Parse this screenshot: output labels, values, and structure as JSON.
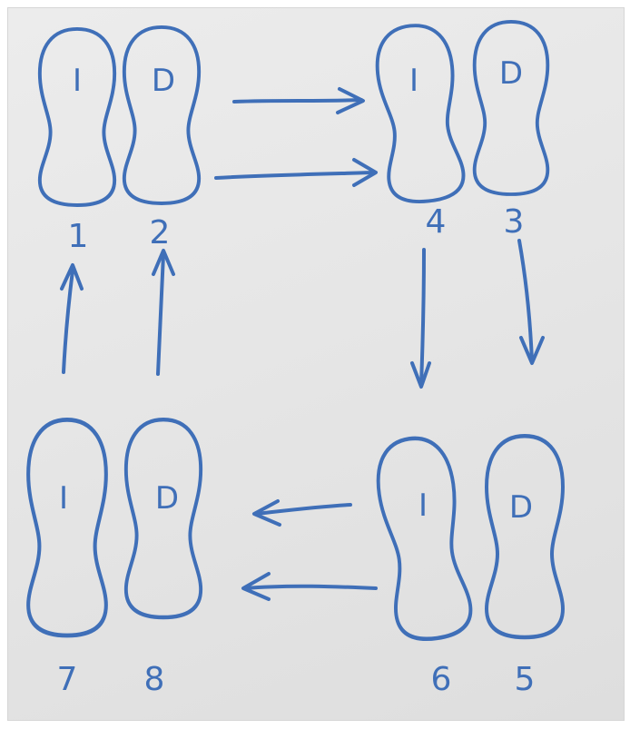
{
  "ink_color": "#3f6fb8",
  "paper_color": "#e8e8e8",
  "footprints": [
    {
      "id": "fp-1",
      "letter": "I",
      "number": "1"
    },
    {
      "id": "fp-2",
      "letter": "D",
      "number": "2"
    },
    {
      "id": "fp-4",
      "letter": "I",
      "number": "4"
    },
    {
      "id": "fp-3",
      "letter": "D",
      "number": "3"
    },
    {
      "id": "fp-7",
      "letter": "I",
      "number": "7"
    },
    {
      "id": "fp-8",
      "letter": "D",
      "number": "8"
    },
    {
      "id": "fp-6",
      "letter": "I",
      "number": "6"
    },
    {
      "id": "fp-5",
      "letter": "D",
      "number": "5"
    }
  ],
  "arrows": [
    {
      "id": "arrow-top-1",
      "direction": "right"
    },
    {
      "id": "arrow-top-2",
      "direction": "right"
    },
    {
      "id": "arrow-right-1",
      "direction": "down"
    },
    {
      "id": "arrow-right-2",
      "direction": "down"
    },
    {
      "id": "arrow-bottom-1",
      "direction": "left"
    },
    {
      "id": "arrow-bottom-2",
      "direction": "left"
    },
    {
      "id": "arrow-left-1",
      "direction": "up"
    },
    {
      "id": "arrow-left-2",
      "direction": "up"
    }
  ]
}
